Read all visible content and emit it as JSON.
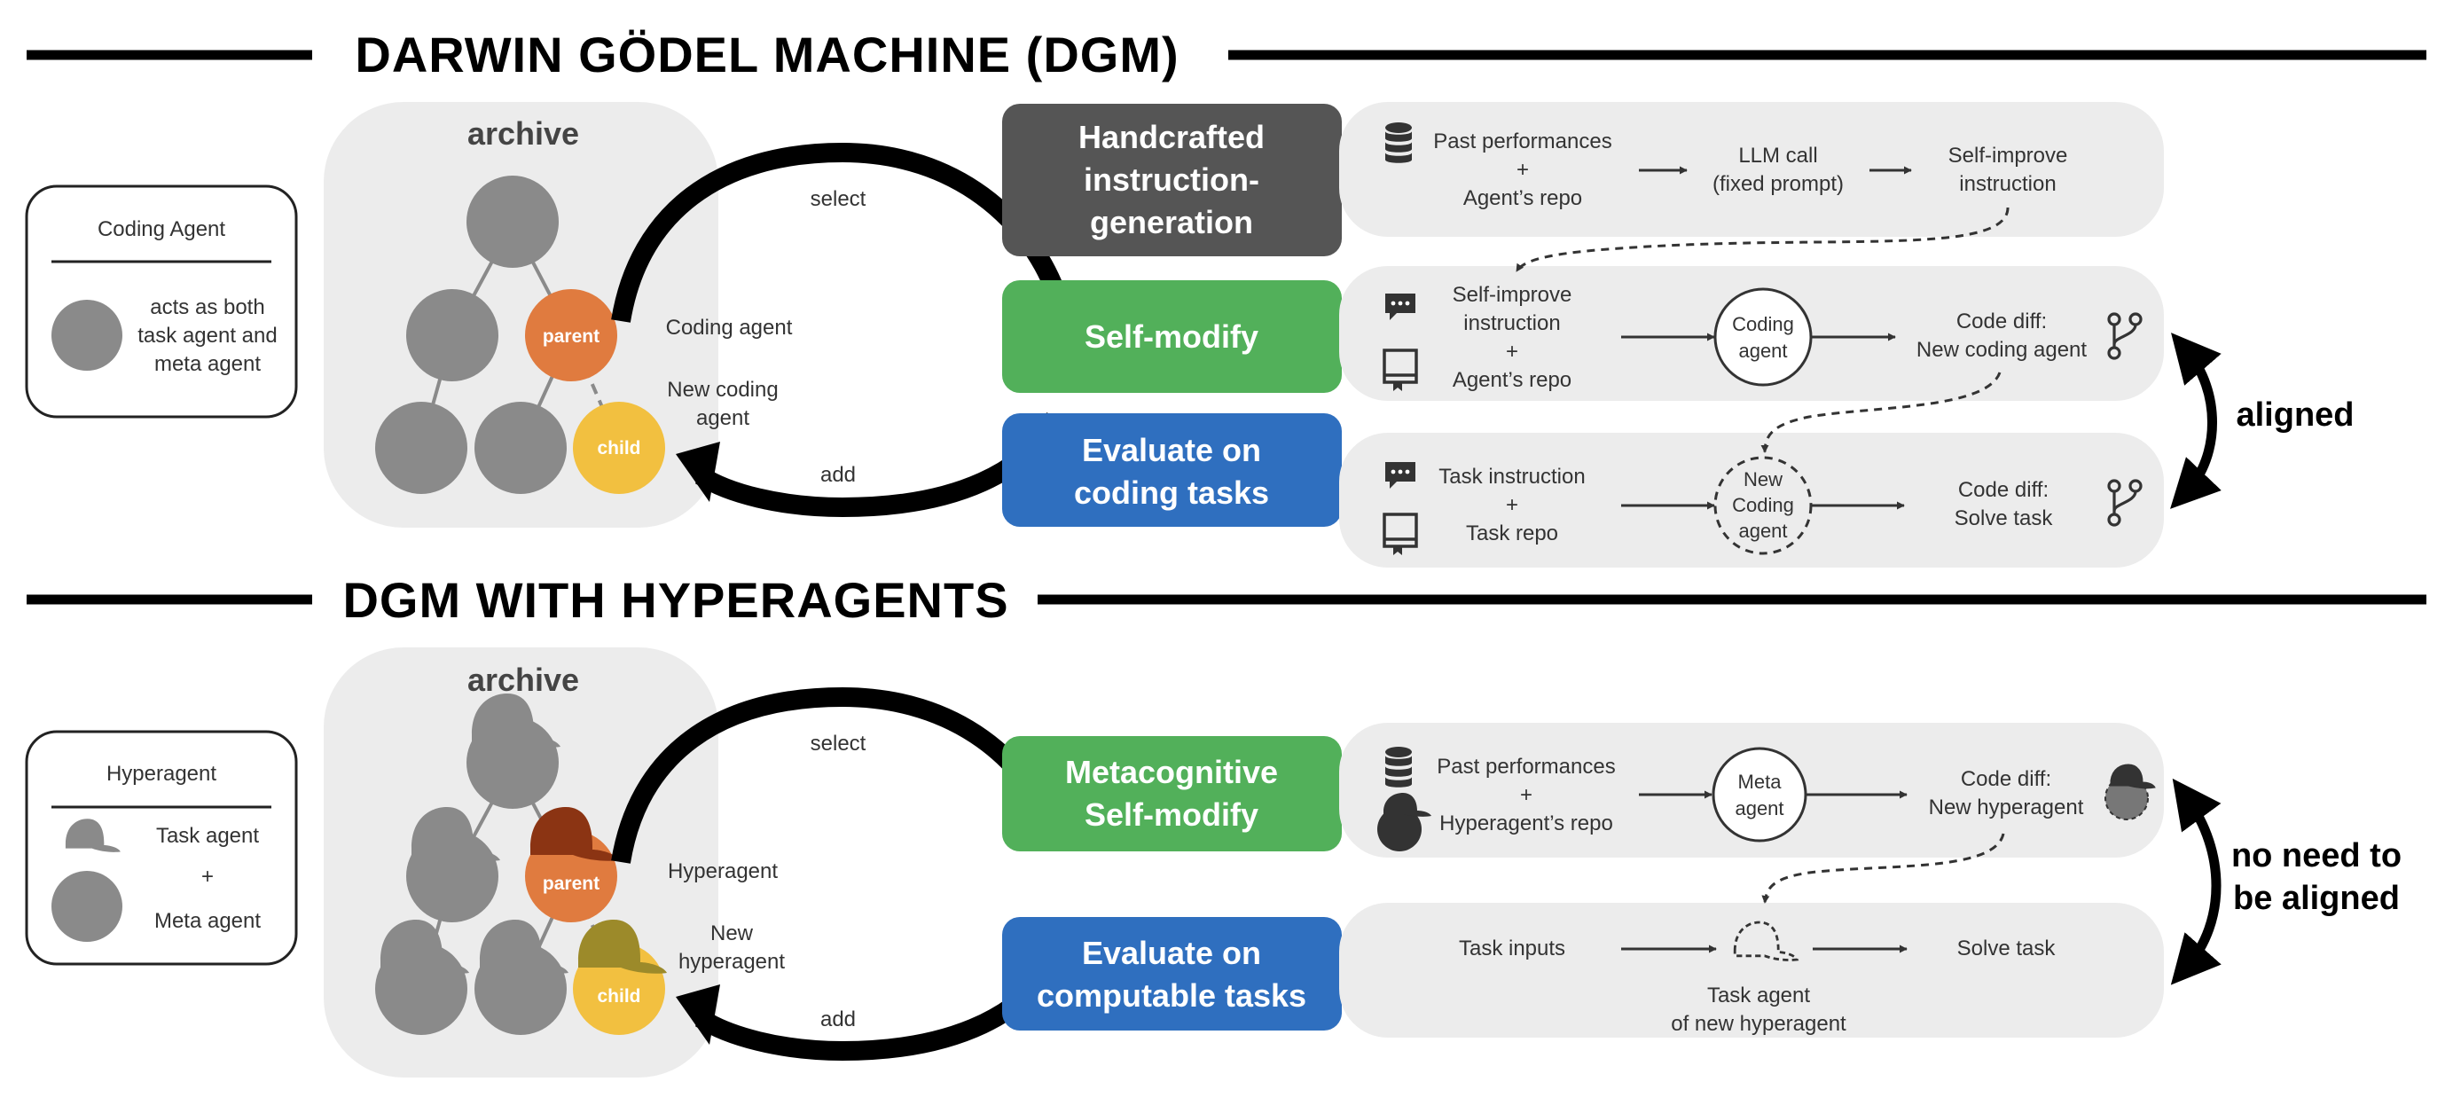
{
  "sections": {
    "dgm": {
      "title": "DARWIN GÖDEL MACHINE (DGM)",
      "archive_label": "archive",
      "legend": {
        "title": "Coding Agent",
        "line1": "acts as both",
        "line2": "task agent and",
        "line3": "meta agent"
      },
      "node_parent": "parent",
      "node_child": "child",
      "loop_select": "select",
      "loop_add": "add",
      "loop_agent": "Coding agent",
      "loop_new_line1": "New coding",
      "loop_new_line2": "agent",
      "steps": [
        {
          "label_line1": "Handcrafted",
          "label_line2": "instruction-",
          "label_line3": "generation",
          "color": "#555555"
        },
        {
          "label_line1": "Self-modify",
          "color": "#52b05a"
        },
        {
          "label_line1": "Evaluate on",
          "label_line2": "coding tasks",
          "color": "#2f6fbf"
        }
      ],
      "flow1": {
        "in_line1": "Past performances",
        "in_plus": "+",
        "in_line2": "Agent’s repo",
        "mid_line1": "LLM call",
        "mid_line2": "(fixed prompt)",
        "out_line1": "Self-improve",
        "out_line2": "instruction"
      },
      "flow2": {
        "in_line1": "Self-improve",
        "in_line2": "instruction",
        "in_plus": "+",
        "in_line3": "Agent’s repo",
        "circle_line1": "Coding",
        "circle_line2": "agent",
        "out_line1": "Code diff:",
        "out_line2": "New coding agent"
      },
      "flow3": {
        "in_line1": "Task instruction",
        "in_plus": "+",
        "in_line2": "Task repo",
        "circle_line1": "New",
        "circle_line2": "Coding",
        "circle_line3": "agent",
        "out_line1": "Code diff:",
        "out_line2": "Solve task"
      },
      "side_label": "aligned"
    },
    "hyper": {
      "title": "DGM WITH HYPERAGENTS",
      "archive_label": "archive",
      "legend": {
        "title": "Hyperagent",
        "line1": "Task agent",
        "plus": "+",
        "line2": "Meta agent"
      },
      "node_parent": "parent",
      "node_child": "child",
      "loop_select": "select",
      "loop_add": "add",
      "loop_agent": "Hyperagent",
      "loop_new_line1": "New",
      "loop_new_line2": "hyperagent",
      "steps": [
        {
          "label_line1": "Metacognitive",
          "label_line2": "Self-modify",
          "color": "#52b05a"
        },
        {
          "label_line1": "Evaluate on",
          "label_line2": "computable tasks",
          "color": "#2f6fbf"
        }
      ],
      "flow1": {
        "in_line1": "Past performances",
        "in_plus": "+",
        "in_line2": "Hyperagent’s repo",
        "circle_line1": "Meta",
        "circle_line2": "agent",
        "out_line1": "Code diff:",
        "out_line2": "New hyperagent"
      },
      "flow2": {
        "in_line1": "Task inputs",
        "under_line1": "Task agent",
        "under_line2": "of new hyperagent",
        "out_line1": "Solve task"
      },
      "side_label_line1": "no need to",
      "side_label_line2": "be aligned"
    }
  },
  "colors": {
    "parent": "#e07b3f",
    "child": "#f2c040",
    "node": "#8a8a8a",
    "parent_cap": "#8b3413",
    "child_cap": "#9c8a2a",
    "panel": "#ececec"
  },
  "icons": [
    "database-icon",
    "chat-icon",
    "repo-icon",
    "git-branch-icon",
    "cap-icon",
    "hyperagent-icon"
  ]
}
